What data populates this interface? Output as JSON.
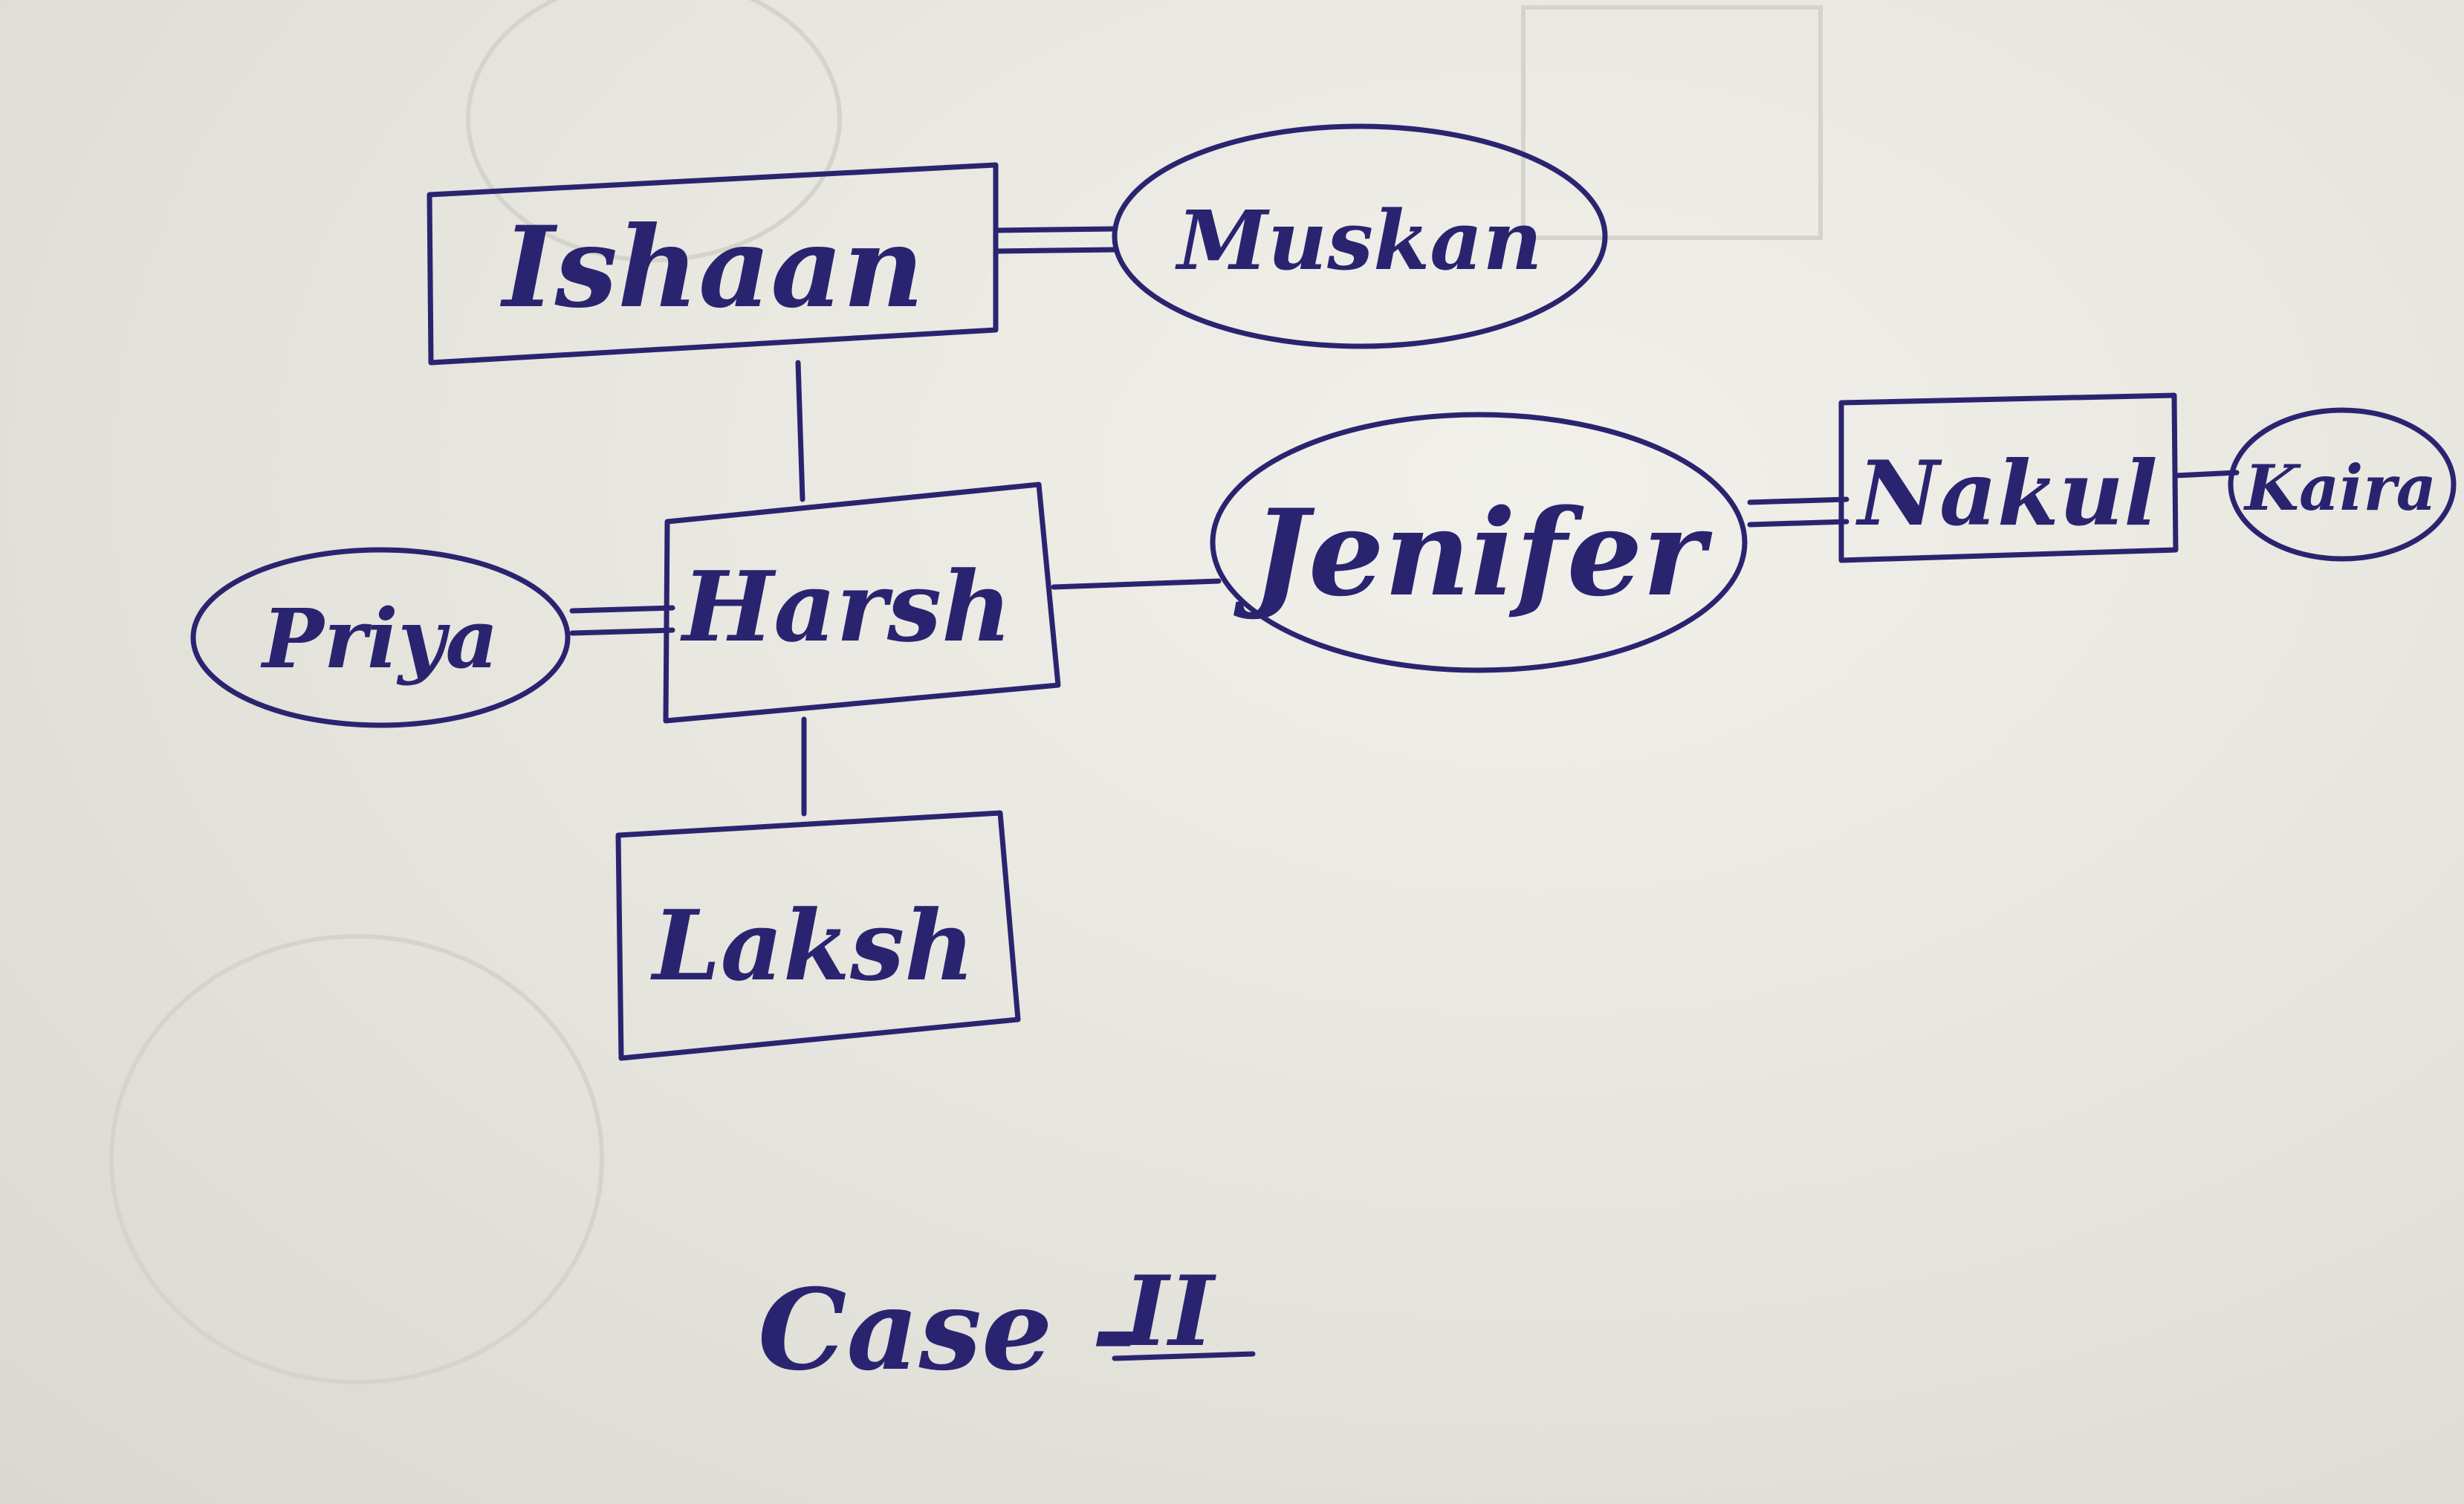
{
  "ink_color": "#2a2470",
  "paper_color": "#e7e6df",
  "persons": {
    "ishaan": "Ishaan",
    "harsh": "Harsh",
    "laksh": "Laksh",
    "nakul": "Nakul"
  },
  "partners": {
    "muskan": "Muskan",
    "priya": "Priya",
    "jenifer": "Jenifer",
    "kaira": "Kaira"
  },
  "caption": {
    "prefix": "Case -",
    "numeral": "II"
  }
}
